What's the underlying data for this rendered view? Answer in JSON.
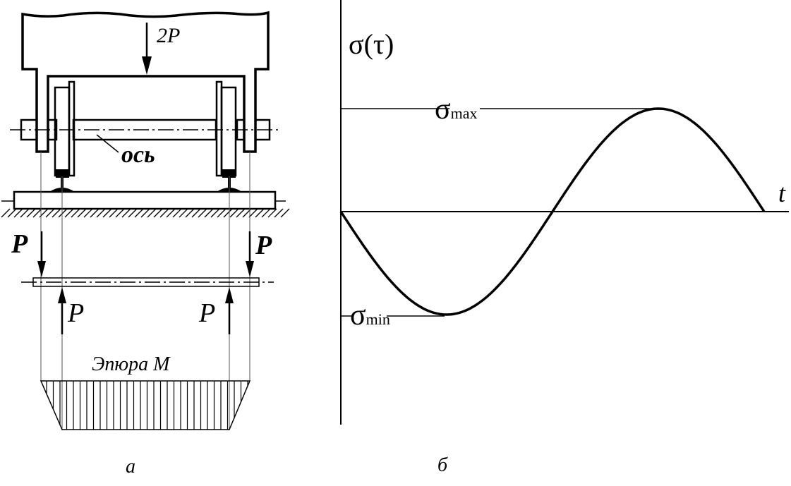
{
  "figure_a": {
    "caption": "а",
    "load_label": "2P",
    "axle_label": "ось",
    "force_left_down": "P",
    "force_right_down": "P",
    "force_left_up": "P",
    "force_right_up": "P",
    "moment_diagram_label": "Эпюра M"
  },
  "figure_b": {
    "caption": "б",
    "y_axis_label": "σ(τ)",
    "x_axis_label": "t",
    "sigma_max": {
      "symbol": "σ",
      "subscript": "max"
    },
    "sigma_min": {
      "symbol": "σ",
      "subscript": "min"
    }
  },
  "chart_data": {
    "type": "line",
    "title": "",
    "xlabel": "t",
    "ylabel": "σ(τ)",
    "curve": "sine, starts at 0 going negative, one full period",
    "series": [
      {
        "name": "σ(t)",
        "x": [
          0,
          0.25,
          0.5,
          0.75,
          1.0
        ],
        "values": [
          0,
          -1,
          0,
          1,
          0
        ]
      }
    ],
    "annotations": [
      "σmax",
      "σmin"
    ],
    "ylim": [
      -1,
      1
    ]
  }
}
